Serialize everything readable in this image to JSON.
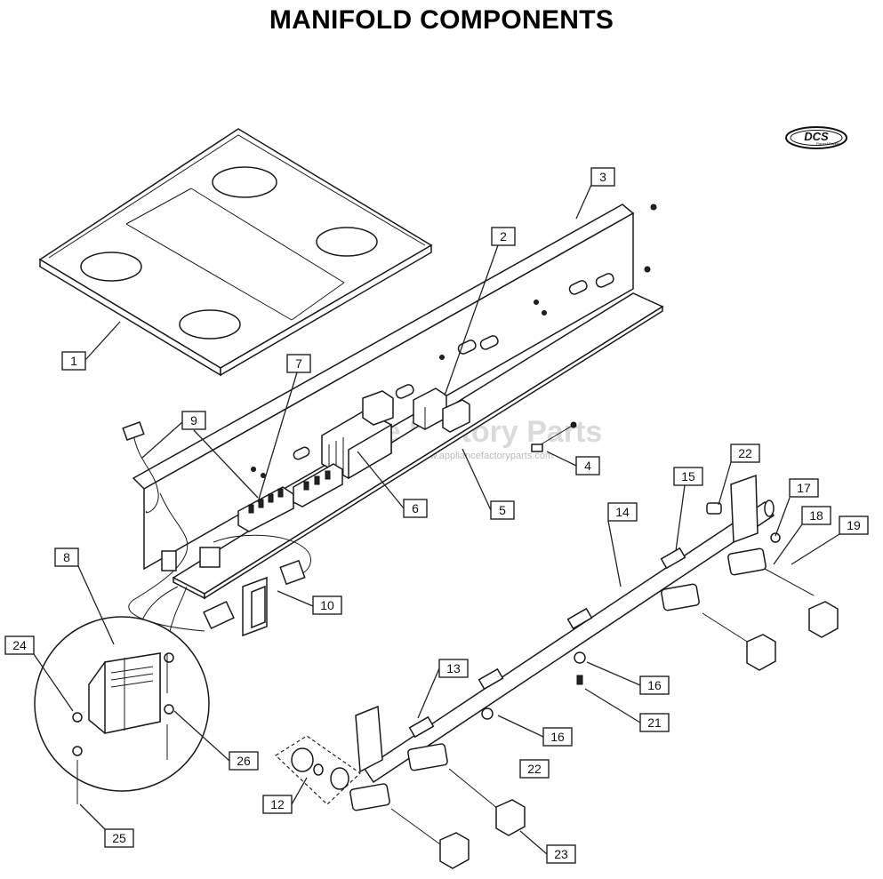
{
  "title": "MANIFOLD COMPONENTS",
  "logo": {
    "text": "DCS",
    "subtext": "Fisher&Paykel"
  },
  "watermark": {
    "main": "Appliance Factory Parts",
    "url": "http://www.appliancefactoryparts.com"
  },
  "callouts": [
    "1",
    "2",
    "3",
    "4",
    "5",
    "6",
    "7",
    "8",
    "9",
    "10",
    "12",
    "13",
    "14",
    "15",
    "16",
    "16",
    "17",
    "18",
    "19",
    "21",
    "22",
    "22",
    "23",
    "24",
    "25",
    "26"
  ]
}
